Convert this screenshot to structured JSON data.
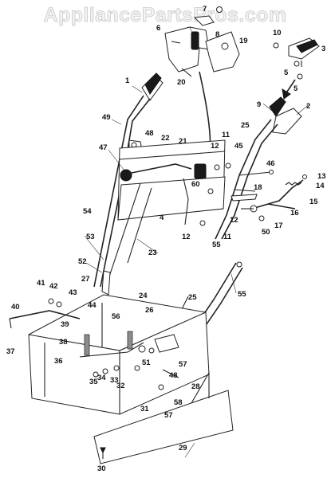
{
  "watermark": "AppliancePartsPros.com",
  "callouts": [
    "1",
    "2",
    "3",
    "4",
    "5",
    "5",
    "6",
    "7",
    "8",
    "9",
    "10",
    "11",
    "11",
    "12",
    "12",
    "12",
    "13",
    "14",
    "15",
    "16",
    "17",
    "18",
    "19",
    "20",
    "21",
    "22",
    "23",
    "24",
    "25",
    "25",
    "26",
    "27",
    "28",
    "29",
    "30",
    "31",
    "32",
    "33",
    "34",
    "35",
    "36",
    "37",
    "38",
    "39",
    "40",
    "41",
    "42",
    "43",
    "44",
    "45",
    "46",
    "47",
    "48",
    "48",
    "49",
    "50",
    "51",
    "52",
    "53",
    "54",
    "55",
    "55",
    "56",
    "57",
    "57",
    "58",
    "60"
  ]
}
